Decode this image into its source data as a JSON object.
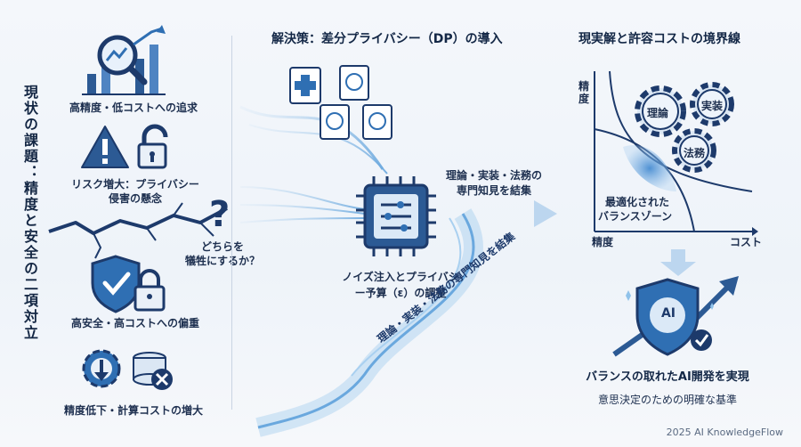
{
  "left": {
    "vertical_title": "現状の課題：精度と安全の二項対立",
    "items": [
      {
        "label": "高精度・低コストへの追求"
      },
      {
        "label_line1": "リスク増大：プライバシー",
        "label_line2": "侵害の懸念"
      },
      {
        "label": "高安全・高コストへの偏重"
      },
      {
        "label": "精度低下・計算コストの増大"
      }
    ],
    "question_mark": "?",
    "question_line1": "どちらを",
    "question_line2": "犠牲にするか？"
  },
  "middle": {
    "title": "解決策：差分プライバシー（DP）の導入",
    "chip_label_line1": "ノイズ注入とプライバシ",
    "chip_label_line2": "ー予算（ε）の調整",
    "knowledge_line1": "理論・実装・法務の",
    "knowledge_line2": "専門知見を結集",
    "stream_text": "理論・実装・法務の専門知見を結集"
  },
  "right": {
    "title": "現実解と許容コストの境界線",
    "y_axis": "精度",
    "x_axis_left": "精度",
    "x_axis_right": "コスト",
    "gears": [
      "理論",
      "実装",
      "法務"
    ],
    "zone_line1": "最適化された",
    "zone_line2": "バランスゾーン",
    "shield_text": "AI",
    "result_title": "バランスの取れたAI開発を実現",
    "result_sub": "意思決定のための明確な基準"
  },
  "footer": {
    "watermark": "2025 AI KnowledgeFlow"
  },
  "colors": {
    "navy": "#1d3a6b",
    "blue": "#2f6fb3",
    "light_blue": "#8fc2ea",
    "bg": "#f1f5fa"
  }
}
